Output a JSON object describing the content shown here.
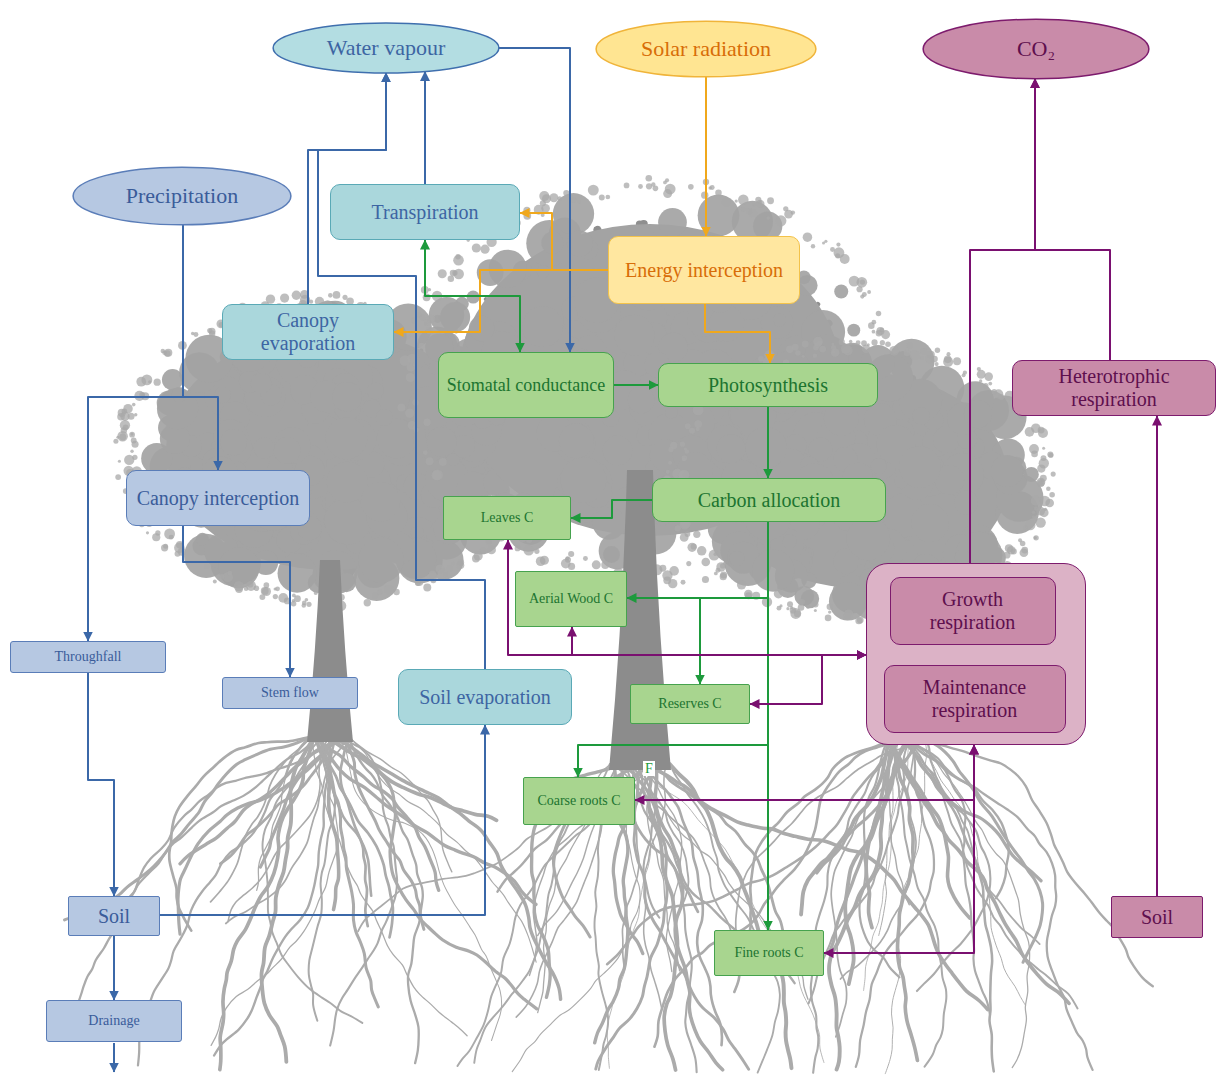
{
  "diagram": {
    "nodes": [
      {
        "text": [
          "Water vapour"
        ]
      },
      {
        "text": [
          "Solar radiation"
        ]
      },
      {
        "text": [
          "CO₂"
        ]
      },
      {
        "text": [
          "Precipitation"
        ]
      },
      {
        "text": [
          "Transpiration"
        ]
      },
      {
        "text": [
          "Energy interception"
        ]
      },
      {
        "text": [
          "Canopy evaporation"
        ]
      },
      {
        "text": [
          "Stomatal conductance"
        ]
      },
      {
        "text": [
          "Photosynthesis"
        ]
      },
      {
        "text": [
          "Heterotrophic respiration"
        ]
      },
      {
        "text": [
          "Canopy interception"
        ]
      },
      {
        "text": [
          "Carbon allocation"
        ]
      },
      {
        "text": [
          "Leaves C"
        ]
      },
      {
        "text": []
      },
      {
        "text": [
          "Growth respiration"
        ],
        "in": 13
      },
      {
        "text": [
          "Maintenance respiration"
        ],
        "in": 13
      },
      {
        "text": [
          "Aerial Wood C"
        ]
      },
      {
        "text": [
          "Throughfall"
        ]
      },
      {
        "text": [
          "Soil evaporation"
        ]
      },
      {
        "text": [
          "Stem flow"
        ]
      },
      {
        "text": [
          "Reserves C"
        ]
      },
      {
        "text": [
          "Coarse roots C"
        ]
      },
      {
        "text": [
          "Soil"
        ]
      },
      {
        "text": [
          "Soil"
        ]
      },
      {
        "text": [
          "Fine roots C"
        ]
      },
      {
        "text": [
          "Drainage"
        ]
      }
    ],
    "edges": [
      {
        "from": 3,
        "to": 10,
        "arrow": "to"
      },
      {
        "from": 3,
        "to": 17,
        "arrow": "to"
      },
      {
        "from": 10,
        "to": 19,
        "arrow": "to"
      },
      {
        "from": 17,
        "to": 22,
        "arrow": "to"
      },
      {
        "from": 22,
        "to": 25,
        "arrow": "to"
      },
      {
        "from": 22,
        "to": 18,
        "arrow": "to"
      },
      {
        "from": 18,
        "to": 0,
        "arrow": "to"
      },
      {
        "from": 6,
        "to": 0,
        "arrow": "to"
      },
      {
        "from": 4,
        "to": 0,
        "arrow": "to"
      },
      {
        "from": 0,
        "to": 7,
        "arrow": "to"
      },
      {
        "from": 1,
        "to": 5,
        "arrow": "to"
      },
      {
        "from": 5,
        "to": 4,
        "arrow": "to"
      },
      {
        "from": 5,
        "to": 6,
        "arrow": "to"
      },
      {
        "from": 5,
        "to": 8,
        "arrow": "to"
      },
      {
        "from": 4,
        "to": 7,
        "arrow": "both"
      },
      {
        "from": 7,
        "to": 8,
        "arrow": "to"
      },
      {
        "from": 8,
        "to": 11,
        "arrow": "to"
      },
      {
        "from": 11,
        "to": 12,
        "arrow": "to"
      },
      {
        "from": 11,
        "to": 16,
        "arrow": "to"
      },
      {
        "from": 11,
        "to": 20,
        "arrow": "to"
      },
      {
        "from": 11,
        "to": 21,
        "arrow": "to"
      },
      {
        "from": 11,
        "to": 24,
        "arrow": "to"
      },
      {
        "from": 13,
        "to": 12,
        "arrow": "both"
      },
      {
        "from": 13,
        "to": 16,
        "arrow": "both"
      },
      {
        "from": 13,
        "to": 20,
        "arrow": "both"
      },
      {
        "from": 13,
        "to": 21,
        "arrow": "both"
      },
      {
        "from": 13,
        "to": 24,
        "arrow": "both"
      },
      {
        "from": 13,
        "to": 2,
        "arrow": "to"
      },
      {
        "from": 9,
        "to": 2,
        "arrow": "to"
      },
      {
        "from": 23,
        "to": 9,
        "arrow": "to"
      }
    ],
    "labels": [
      "F"
    ]
  }
}
